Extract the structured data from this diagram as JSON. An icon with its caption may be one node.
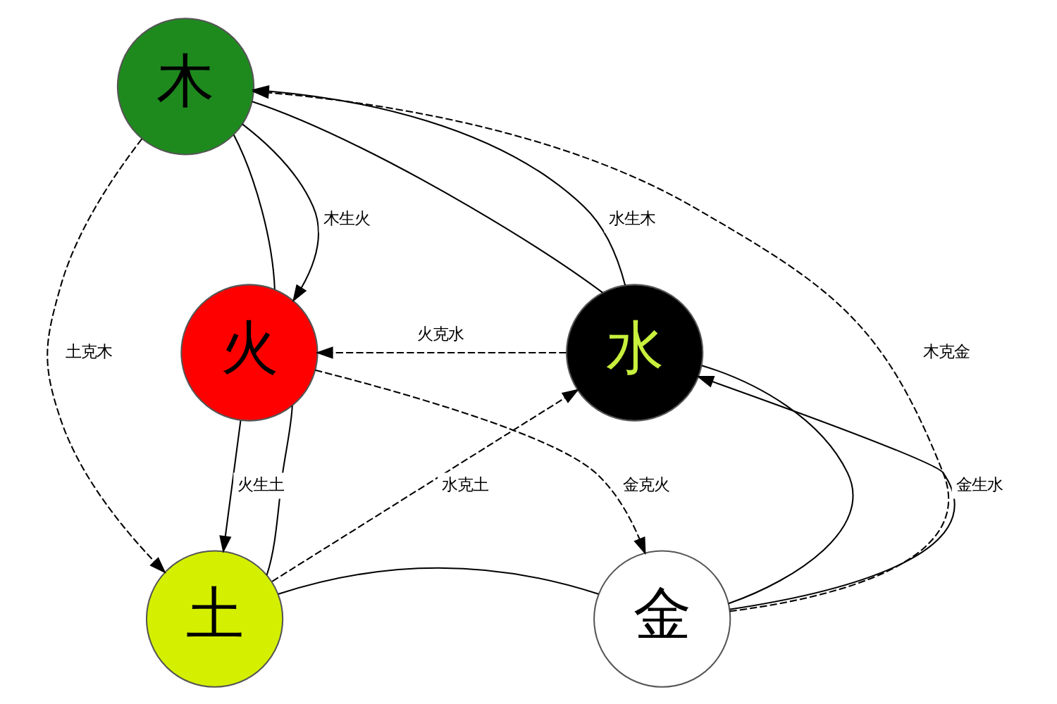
{
  "diagram": {
    "nodes": [
      {
        "text": [
          "木"
        ]
      },
      {
        "text": [
          "火"
        ]
      },
      {
        "text": [
          "水"
        ]
      },
      {
        "text": [
          "土"
        ]
      },
      {
        "text": [
          "金"
        ]
      }
    ],
    "edges": [
      {
        "from": 0,
        "to": 1,
        "arrow": "none"
      },
      {
        "from": 1,
        "to": 3,
        "arrow": "none"
      },
      {
        "from": 3,
        "to": 4,
        "arrow": "none"
      },
      {
        "from": 4,
        "to": 2,
        "arrow": "none"
      },
      {
        "from": 2,
        "to": 0,
        "arrow": "none"
      },
      {
        "from": 0,
        "to": 1,
        "arrow": "to",
        "label": "木生火"
      },
      {
        "from": 1,
        "to": 3,
        "arrow": "to",
        "label": "火生土"
      },
      {
        "from": 4,
        "to": 2,
        "arrow": "to",
        "label": "金生水"
      },
      {
        "from": 2,
        "to": 0,
        "arrow": "to",
        "label": "水生木"
      },
      {
        "from": 2,
        "to": 1,
        "arrow": "to",
        "label": "火克水",
        "style": "dashed"
      },
      {
        "from": 4,
        "to": 0,
        "arrow": "to",
        "label": "木克金",
        "style": "dashed"
      },
      {
        "from": 0,
        "to": 3,
        "arrow": "to",
        "label": "土克木",
        "style": "dashed"
      },
      {
        "from": 1,
        "to": 4,
        "arrow": "to",
        "label": "金克火",
        "style": "dashed"
      },
      {
        "from": 3,
        "to": 2,
        "arrow": "to",
        "label": "水克土",
        "style": "dashed"
      }
    ]
  }
}
